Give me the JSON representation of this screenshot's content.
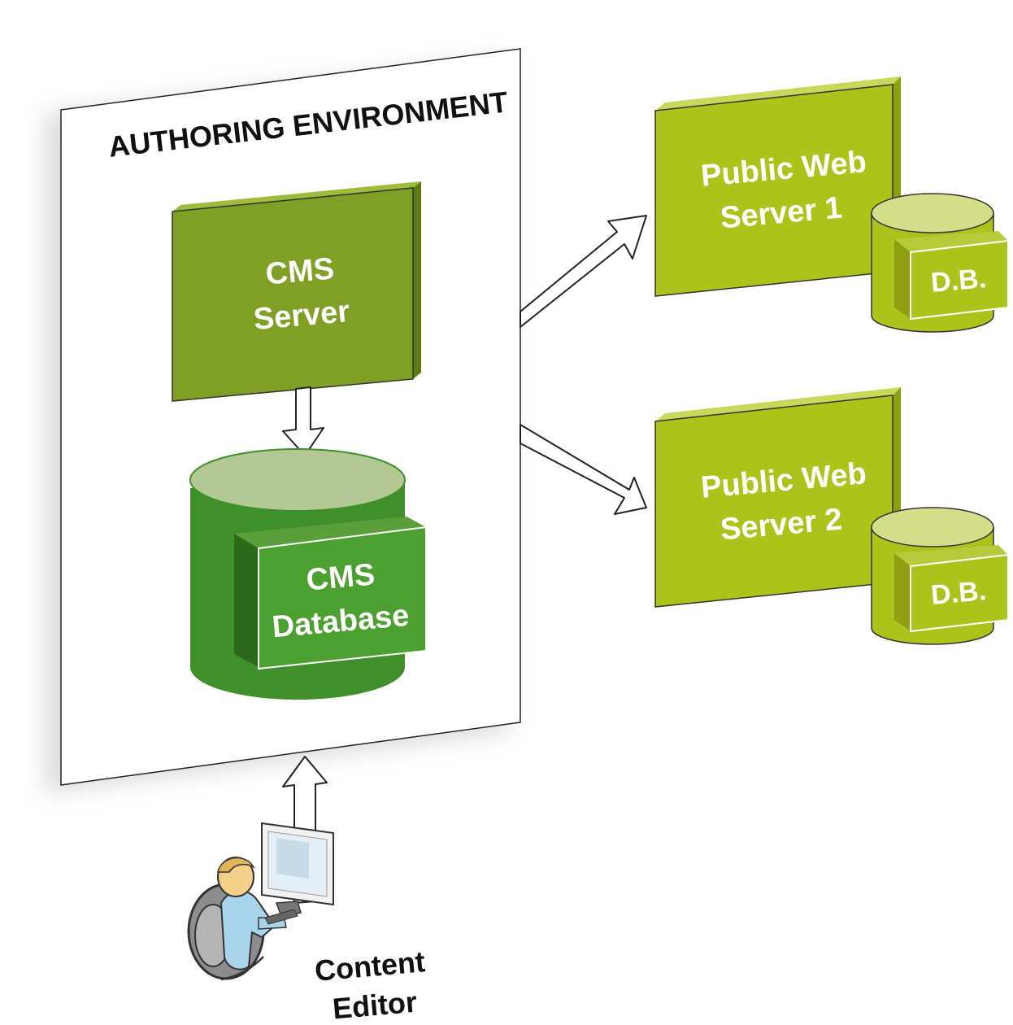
{
  "authoring_environment": {
    "title": "AUTHORING ENVIRONMENT",
    "cms_server": {
      "line1": "CMS",
      "line2": "Server"
    },
    "cms_database": {
      "line1": "CMS",
      "line2": "Database"
    }
  },
  "public_servers": [
    {
      "line1": "Public Web",
      "line2": "Server 1",
      "db_label": "D.B."
    },
    {
      "line1": "Public Web",
      "line2": "Server 2",
      "db_label": "D.B."
    }
  ],
  "content_editor": {
    "line1": "Content",
    "line2": "Editor"
  },
  "colors": {
    "cms_green": "#7fa024",
    "cms_green_dark": "#5d7a14",
    "db_green": "#3f8f2a",
    "db_green_top": "#b4c894",
    "public_green": "#acc31b",
    "public_green_dark": "#8ea010",
    "public_db_top": "#d3df88"
  }
}
